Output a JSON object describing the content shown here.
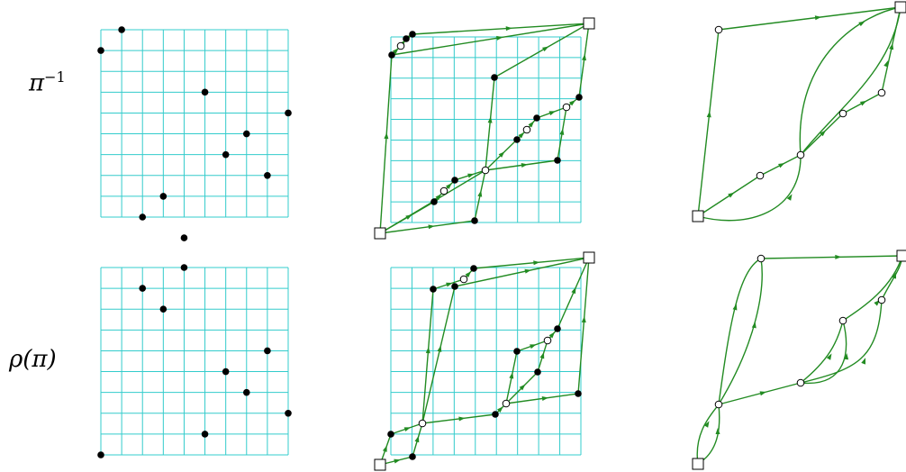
{
  "rows": [
    {
      "label": "π",
      "label_sup": "−1",
      "perm_points": [
        [
          1,
          9
        ],
        [
          2,
          10
        ],
        [
          6,
          7
        ],
        [
          10,
          6
        ],
        [
          8,
          5
        ],
        [
          7,
          4
        ],
        [
          9,
          3
        ],
        [
          4,
          2
        ],
        [
          3,
          1
        ],
        [
          5,
          0
        ]
      ]
    },
    {
      "label": "ρ(π)",
      "label_sup": "",
      "perm_points": [
        [
          5,
          10
        ],
        [
          3,
          9
        ],
        [
          4,
          8
        ],
        [
          9,
          6
        ],
        [
          7,
          5
        ],
        [
          8,
          4
        ],
        [
          10,
          3
        ],
        [
          6,
          2
        ],
        [
          1,
          1
        ],
        [
          2,
          0
        ]
      ]
    }
  ],
  "colors": {
    "grid": "#33cccc",
    "edge": "#228b22",
    "point": "#000000"
  }
}
